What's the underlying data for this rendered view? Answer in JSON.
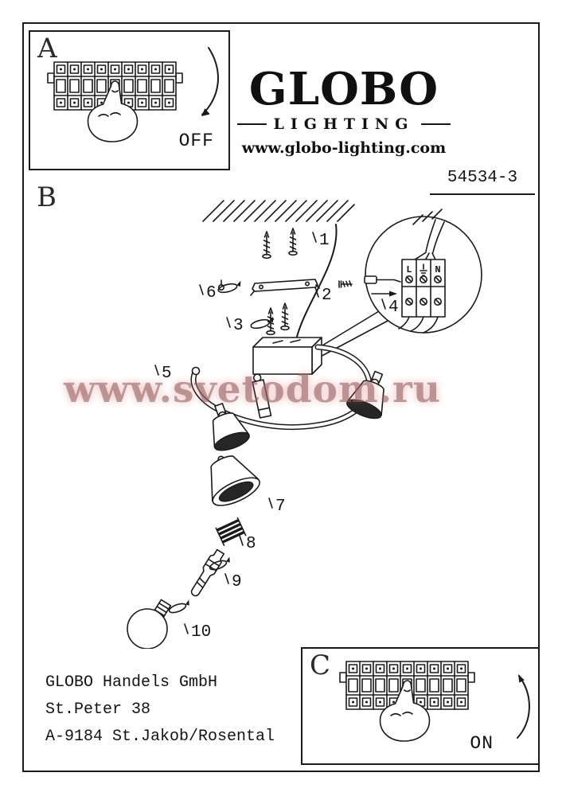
{
  "brand": {
    "name": "GLOBO",
    "tagline": "LIGHTING",
    "website": "www.globo-lighting.com",
    "model": "54534-3"
  },
  "watermark": "www.svetodom.ru",
  "sections": {
    "a": "A",
    "b": "B",
    "c": "C"
  },
  "breaker": {
    "off_label": "OFF",
    "on_label": "ON"
  },
  "callouts": [
    "1",
    "2",
    "3",
    "4",
    "5",
    "6",
    "7",
    "8",
    "9",
    "10"
  ],
  "terminals": {
    "live": "L",
    "neutral": "N"
  },
  "footer": {
    "line1": "GLOBO Handels GmbH",
    "line2": "St.Peter 38",
    "line3": "A-9184 St.Jakob/Rosental"
  }
}
